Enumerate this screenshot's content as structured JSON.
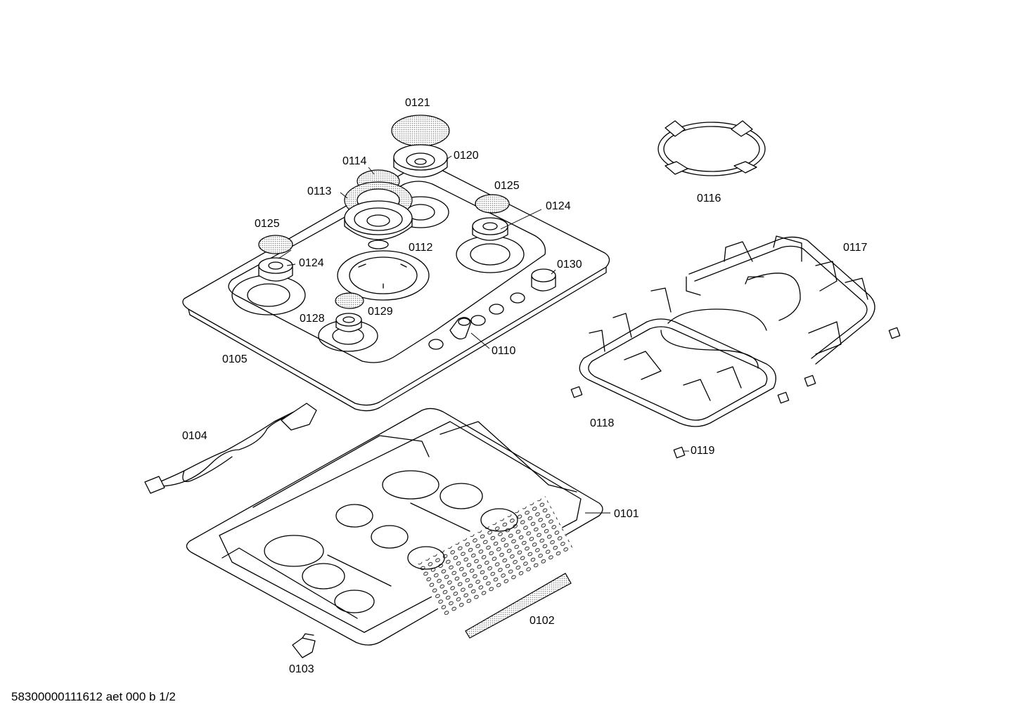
{
  "diagram": {
    "type": "exploded-parts-drawing",
    "footer_code": "58300000111612 aet 000 b 1/2",
    "labels": {
      "p0121": "0121",
      "p0120": "0120",
      "p0114": "0114",
      "p0113": "0113",
      "p0125_right": "0125",
      "p0124_right": "0124",
      "p0125_left": "0125",
      "p0112": "0112",
      "p0124_left": "0124",
      "p0130": "0130",
      "p0128": "0128",
      "p0129": "0129",
      "p0110": "0110",
      "p0105": "0105",
      "p0116": "0116",
      "p0117": "0117",
      "p0118": "0118",
      "p0119": "0119",
      "p0104": "0104",
      "p0101": "0101",
      "p0102": "0102",
      "p0103": "0103"
    }
  }
}
